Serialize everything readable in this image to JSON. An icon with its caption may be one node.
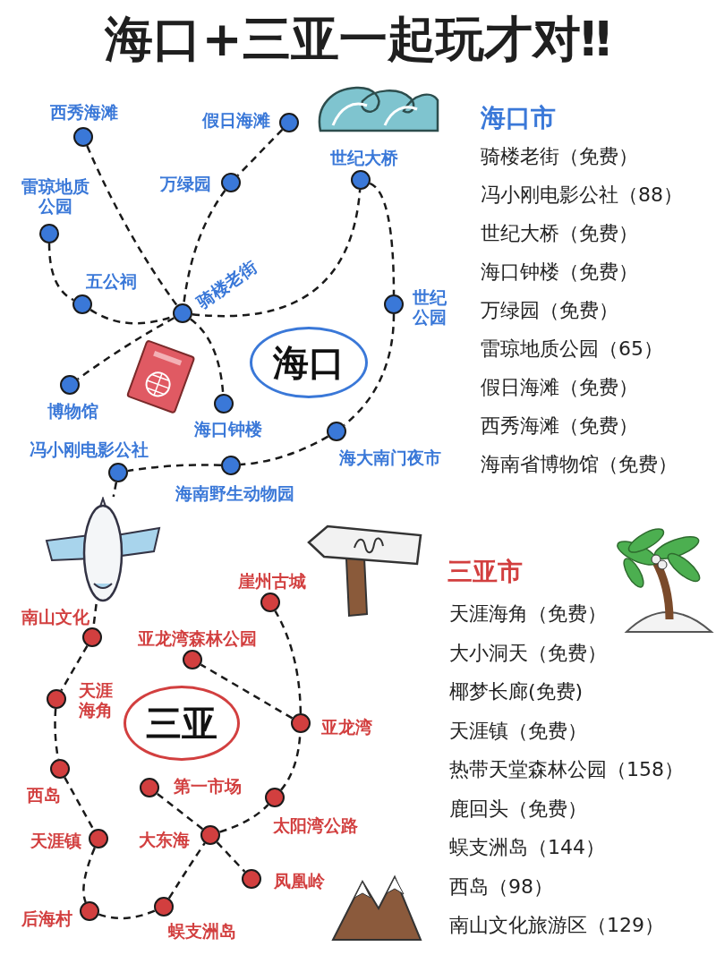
{
  "diagram": {
    "title": "海口+三亚一起玩才对‼",
    "nodes": [
      {
        "text": [
          "西秀海滩"
        ]
      },
      {
        "text": [
          "假日海滩"
        ]
      },
      {
        "text": [
          "世纪大桥"
        ]
      },
      {
        "text": [
          "万绿园"
        ]
      },
      {
        "text": [
          "雷琼地质公园"
        ]
      },
      {
        "text": [
          "五公祠"
        ]
      },
      {
        "text": [
          "骑楼老街"
        ]
      },
      {
        "text": [
          "世纪公园"
        ]
      },
      {
        "text": [
          "海口"
        ]
      },
      {
        "text": [
          "博物馆"
        ]
      },
      {
        "text": [
          "海口钟楼"
        ]
      },
      {
        "text": [
          "冯小刚电影公社"
        ]
      },
      {
        "text": [
          "海大南门夜市"
        ]
      },
      {
        "text": [
          "海南野生动物园"
        ]
      },
      {
        "text": [],
        "shape": "picture"
      },
      {
        "text": [
          "崖州古城"
        ]
      },
      {
        "text": [
          "南山文化"
        ]
      },
      {
        "text": [
          "亚龙湾森林公园"
        ]
      },
      {
        "text": [
          "天涯海角"
        ]
      },
      {
        "text": [
          "三亚"
        ]
      },
      {
        "text": [
          "亚龙湾"
        ]
      },
      {
        "text": [
          "西岛"
        ]
      },
      {
        "text": [
          "第一市场"
        ]
      },
      {
        "text": [
          "太阳湾公路"
        ]
      },
      {
        "text": [
          "天涯镇"
        ]
      },
      {
        "text": [
          "大东海"
        ]
      },
      {
        "text": [
          "凤凰岭"
        ]
      },
      {
        "text": [
          "后海村"
        ]
      },
      {
        "text": [
          "蜈支洲岛"
        ]
      }
    ],
    "edges": [
      {
        "from": 0,
        "to": 6,
        "arrow": "none",
        "style": "dashed"
      },
      {
        "from": 1,
        "to": 3,
        "arrow": "none",
        "style": "dashed"
      },
      {
        "from": 3,
        "to": 6,
        "arrow": "none",
        "style": "dashed"
      },
      {
        "from": 4,
        "to": 5,
        "arrow": "none",
        "style": "dashed"
      },
      {
        "from": 5,
        "to": 6,
        "arrow": "none",
        "style": "dashed"
      },
      {
        "from": 6,
        "to": 2,
        "arrow": "none",
        "style": "dashed"
      },
      {
        "from": 2,
        "to": 7,
        "arrow": "none",
        "style": "dashed"
      },
      {
        "from": 7,
        "to": 12,
        "arrow": "none",
        "style": "dashed"
      },
      {
        "from": 12,
        "to": 13,
        "arrow": "none",
        "style": "dashed"
      },
      {
        "from": 13,
        "to": 11,
        "arrow": "none",
        "style": "dashed"
      },
      {
        "from": 6,
        "to": 9,
        "arrow": "none",
        "style": "dashed"
      },
      {
        "from": 6,
        "to": 10,
        "arrow": "none",
        "style": "dashed"
      },
      {
        "from": 11,
        "to": 14,
        "arrow": "none",
        "style": "dashed"
      },
      {
        "from": 14,
        "to": 16,
        "arrow": "none",
        "style": "dashed"
      },
      {
        "from": 16,
        "to": 18,
        "arrow": "none",
        "style": "dashed"
      },
      {
        "from": 18,
        "to": 21,
        "arrow": "none",
        "style": "dashed"
      },
      {
        "from": 21,
        "to": 24,
        "arrow": "none",
        "style": "dashed"
      },
      {
        "from": 24,
        "to": 27,
        "arrow": "none",
        "style": "dashed"
      },
      {
        "from": 27,
        "to": 28,
        "arrow": "none",
        "style": "dashed"
      },
      {
        "from": 28,
        "to": 25,
        "arrow": "none",
        "style": "dashed"
      },
      {
        "from": 25,
        "to": 22,
        "arrow": "none",
        "style": "dashed"
      },
      {
        "from": 25,
        "to": 26,
        "arrow": "none",
        "style": "dashed"
      },
      {
        "from": 25,
        "to": 23,
        "arrow": "none",
        "style": "dashed"
      },
      {
        "from": 23,
        "to": 20,
        "arrow": "none",
        "style": "dashed"
      },
      {
        "from": 20,
        "to": 17,
        "arrow": "none",
        "style": "dashed"
      },
      {
        "from": 20,
        "to": 15,
        "arrow": "none",
        "style": "dashed"
      }
    ],
    "labels": [
      "海口市",
      "骑楼老街（免费）",
      "冯小刚电影公社（88）",
      "世纪大桥（免费）",
      "海口钟楼（免费）",
      "万绿园（免费）",
      "雷琼地质公园（65）",
      "假日海滩（免费）",
      "西秀海滩（免费）",
      "海南省博物馆（免费）",
      "三亚市",
      "天涯海角（免费）",
      "大小洞天（免费）",
      "椰梦长廊(免费)",
      "天涯镇（免费）",
      "热带天堂森林公园（158）",
      "鹿回头（免费）",
      "蜈支洲岛（144）",
      "西岛（98）",
      "南山文化旅游区（129）"
    ]
  }
}
